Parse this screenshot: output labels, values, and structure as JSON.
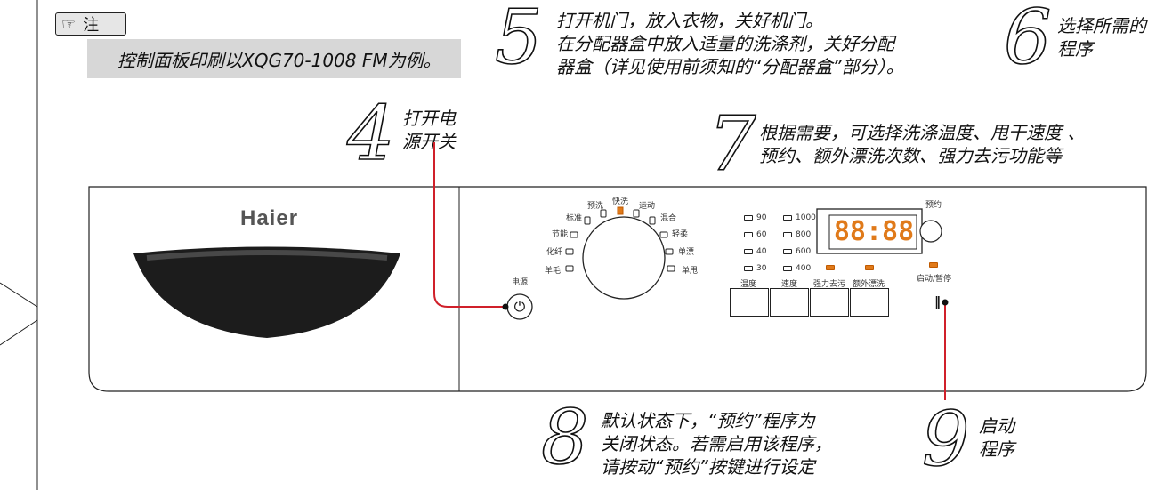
{
  "note": {
    "label": "注",
    "text": "控制面板印刷以XQG70-1008 FM为例。"
  },
  "steps": [
    {
      "num": "4",
      "lines": [
        "打开电",
        "源开关"
      ]
    },
    {
      "num": "5",
      "lines": [
        "打开机门，放入衣物，关好机门。",
        "在分配器盒中放入适量的洗涤剂，关好分配",
        "器盒（详见使用前须知的“分配器盒”部分）。"
      ]
    },
    {
      "num": "6",
      "lines": [
        "选择所需的",
        "程序"
      ]
    },
    {
      "num": "7",
      "lines": [
        "根据需要，可选择洗涤温度、甩干速度 、",
        "预约、额外漂洗次数、强力去污功能等"
      ]
    },
    {
      "num": "8",
      "lines": [
        "默认状态下，“预约”程序为",
        "关闭状态。若需启用该程序，",
        "请按动“预约”按键进行设定"
      ]
    },
    {
      "num": "9",
      "lines": [
        "启动",
        "程序"
      ]
    }
  ],
  "panel": {
    "brand": "Haier",
    "power_label": "电源",
    "programs": [
      "预洗",
      "快洗",
      "运动",
      "标准",
      "混合",
      "节能",
      "轻柔",
      "化纤",
      "单漂",
      "羊毛",
      "单甩"
    ],
    "temps": [
      "90",
      "60",
      "40",
      "30"
    ],
    "speeds": [
      "1000",
      "800",
      "600",
      "400"
    ],
    "display": "88:88",
    "delay_label": "预约",
    "start_label": "启动/暂停",
    "buttons": [
      "温度",
      "速度",
      "强力去污",
      "额外漂洗"
    ],
    "accent": "#e07a1a",
    "line_color": "#d0202a"
  }
}
